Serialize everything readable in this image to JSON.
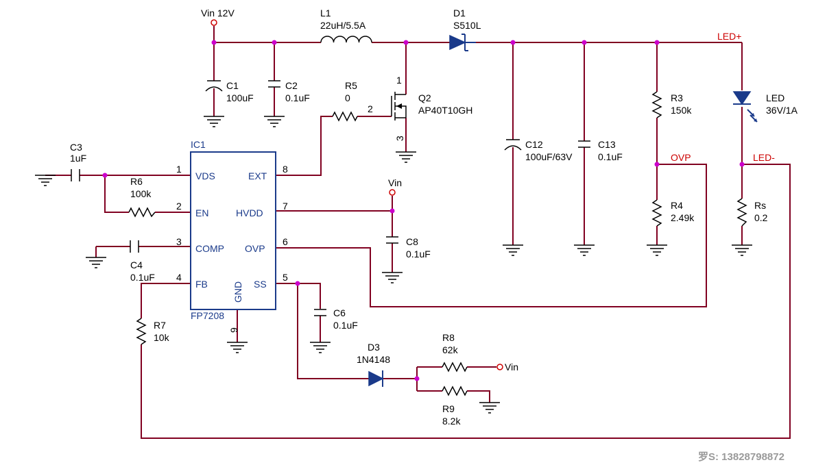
{
  "labels": {
    "vin_top": "Vin 12V",
    "vin_mid": "Vin",
    "vin_bot": "Vin",
    "led_plus": "LED+",
    "led_minus": "LED-",
    "ovp_net": "OVP",
    "watermark": "罗S: 13828798872"
  },
  "ic": {
    "ref": "IC1",
    "part": "FP7208",
    "pins": {
      "vds": {
        "num": "1",
        "name": "VDS"
      },
      "en": {
        "num": "2",
        "name": "EN"
      },
      "comp": {
        "num": "3",
        "name": "COMP"
      },
      "fb": {
        "num": "4",
        "name": "FB"
      },
      "ext": {
        "num": "8",
        "name": "EXT"
      },
      "hvdd": {
        "num": "7",
        "name": "HVDD"
      },
      "ovp": {
        "num": "6",
        "name": "OVP"
      },
      "ss": {
        "num": "5",
        "name": "SS"
      },
      "gnd": {
        "num": "9",
        "name": "GND"
      }
    }
  },
  "components": {
    "l1": {
      "ref": "L1",
      "value": "22uH/5.5A"
    },
    "d1": {
      "ref": "D1",
      "value": "S510L"
    },
    "c1": {
      "ref": "C1",
      "value": "100uF"
    },
    "c2": {
      "ref": "C2",
      "value": "0.1uF"
    },
    "r5": {
      "ref": "R5",
      "value": "0"
    },
    "q2": {
      "ref": "Q2",
      "value": "AP40T10GH",
      "pin_d": "1",
      "pin_g": "2",
      "pin_s": "3"
    },
    "c12": {
      "ref": "C12",
      "value": "100uF/63V"
    },
    "c13": {
      "ref": "C13",
      "value": "0.1uF"
    },
    "r3": {
      "ref": "R3",
      "value": "150k"
    },
    "r4": {
      "ref": "R4",
      "value": "2.49k"
    },
    "led": {
      "ref": "LED",
      "value": "36V/1A"
    },
    "rs": {
      "ref": "Rs",
      "value": "0.2"
    },
    "c3": {
      "ref": "C3",
      "value": "1uF"
    },
    "r6": {
      "ref": "R6",
      "value": "100k"
    },
    "c4": {
      "ref": "C4",
      "value": "0.1uF"
    },
    "r7": {
      "ref": "R7",
      "value": "10k"
    },
    "c8": {
      "ref": "C8",
      "value": "0.1uF"
    },
    "c6": {
      "ref": "C6",
      "value": "0.1uF"
    },
    "d3": {
      "ref": "D3",
      "value": "1N4148"
    },
    "r8": {
      "ref": "R8",
      "value": "62k"
    },
    "r9": {
      "ref": "R9",
      "value": "8.2k"
    }
  }
}
